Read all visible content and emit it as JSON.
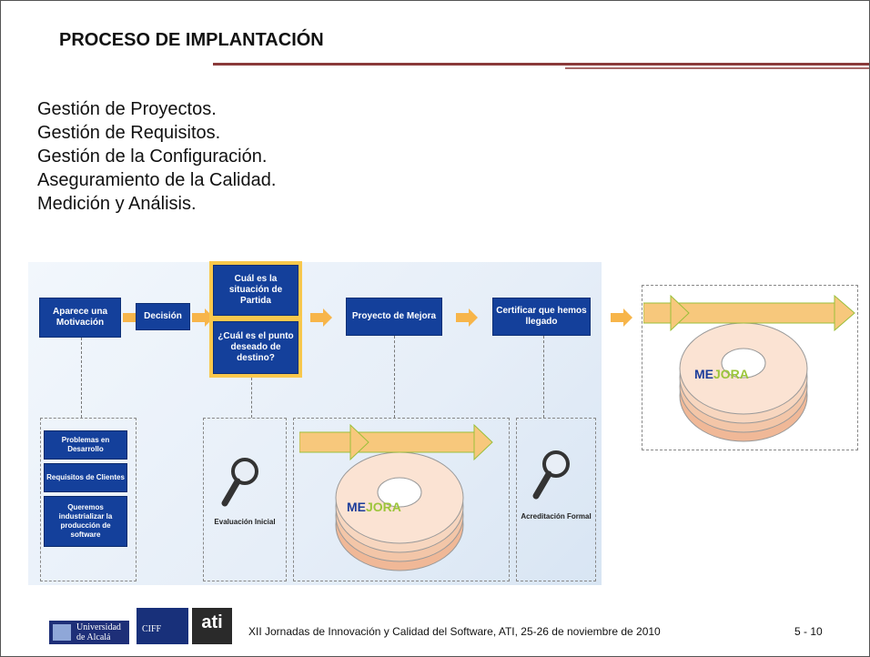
{
  "slide": {
    "title": "PROCESO DE IMPLANTACIÓN",
    "bullets": [
      "Gestión de Proyectos.",
      "Gestión de Requisitos.",
      "Gestión de la Configuración.",
      "Aseguramiento de la Calidad.",
      "Medición y Análisis."
    ]
  },
  "diagram": {
    "steps": {
      "motivation": "Aparece una Motivación",
      "decision": "Decisión",
      "start_situation": "Cuál es la situación de Partida",
      "target": "¿Cuál es el punto deseado de destino?",
      "project": "Proyecto de Mejora",
      "certify": "Certificar que hemos llegado"
    },
    "causes": [
      "Problemas en Desarrollo",
      "Requisitos de Clientes",
      "Queremos industrializar la producción de software"
    ],
    "captions": {
      "evaluation": "Evaluación Inicial",
      "accreditation": "Acreditación Formal"
    },
    "mejora_prefix": "ME",
    "mejora_suffix": "JORA"
  },
  "footer": {
    "logo_uah": "Universidad de Alcalá",
    "logo_ciff": "CIFF",
    "logo_ati": "ati",
    "text": "XII Jornadas de Innovación y Calidad del Software, ATI, 25-26 de noviembre de 2010",
    "page": "5 - 10"
  },
  "colors": {
    "box_blue": "#14409b",
    "arrow_orange": "#f7b54a",
    "frame_yellow": "#f9c84c",
    "rule_red": "#8a3a3a",
    "mejora_ring": "#f3c6a8",
    "mejora_arrow": "#c8e06a"
  }
}
